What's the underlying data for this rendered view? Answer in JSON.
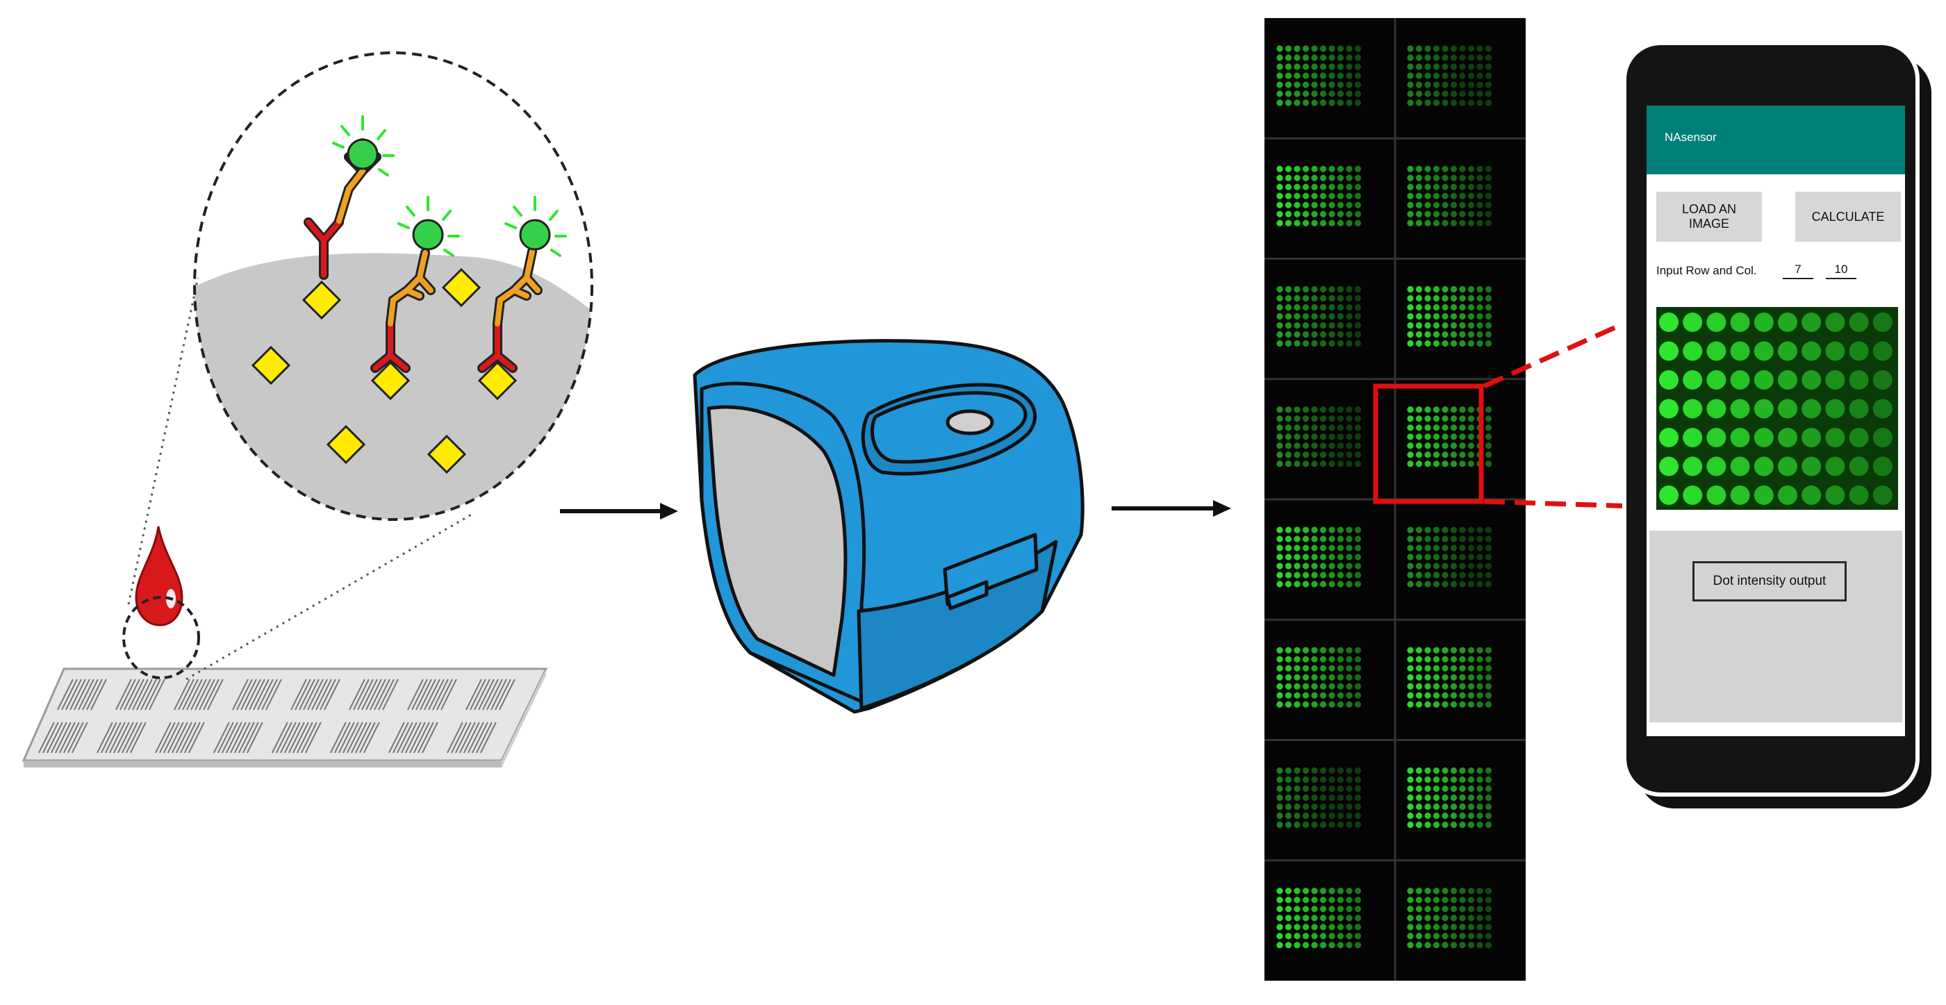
{
  "phone_app": {
    "app_title": "NAsensor",
    "load_button": "LOAD AN IMAGE",
    "calculate_button": "CALCULATE",
    "input_label": "Input Row and Col.",
    "row_value": "7",
    "col_value": "10",
    "output_button": "Dot intensity output"
  },
  "colors": {
    "app_bar": "#007f78",
    "scanner_body": "#2196d9",
    "scanner_panel": "#c7c7c7",
    "blood_drop": "#d7191c",
    "antigen": "#ffeb00",
    "capture_antibody": "#d7191c",
    "detection_antibody": "#f0a020",
    "fluorophore": "#35d04a",
    "array_dots": "#2ee62e",
    "highlight_box": "#e01010"
  }
}
